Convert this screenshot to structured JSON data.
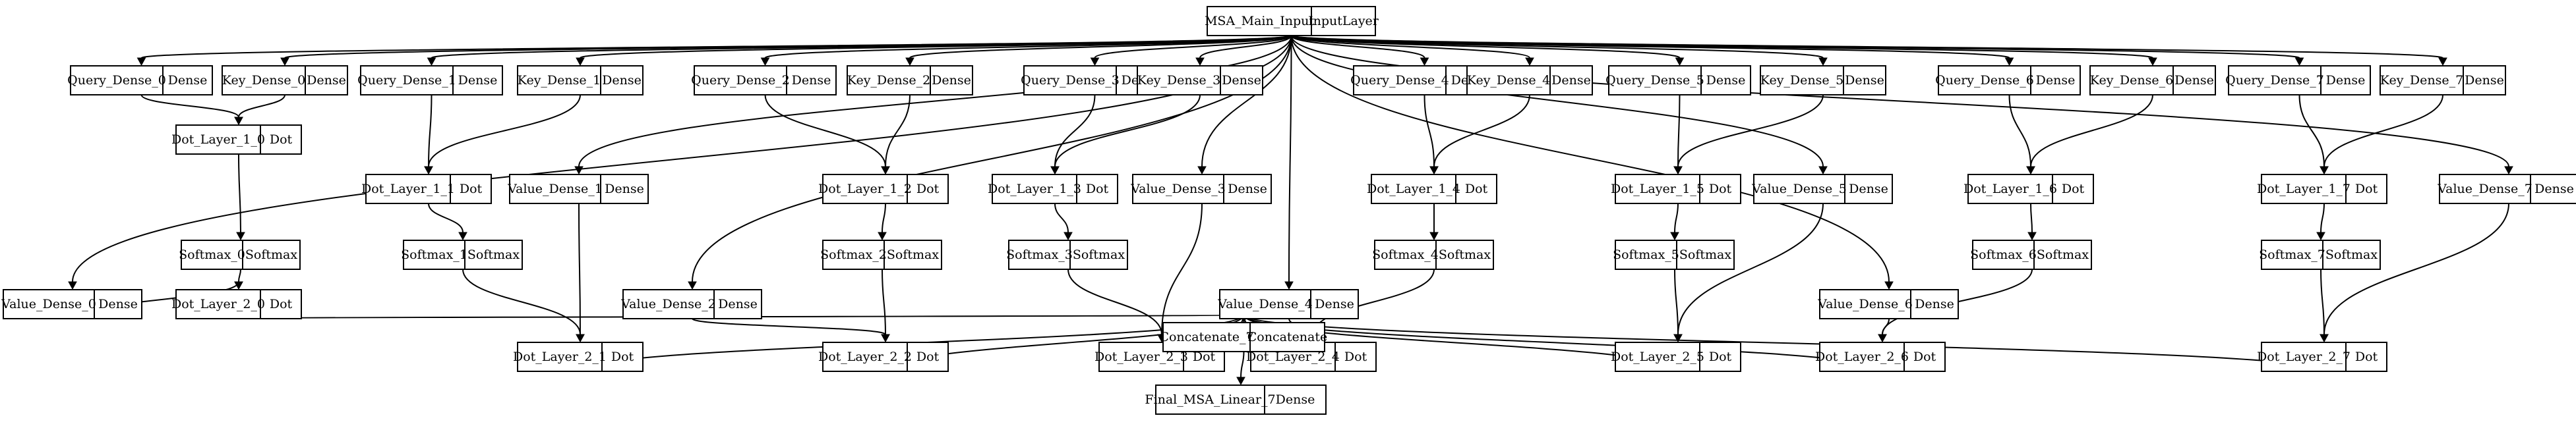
{
  "nodes": [
    {
      "id": "input",
      "name": "MSA_Main_Input",
      "type": "InputLayer"
    },
    {
      "id": "q0",
      "name": "Query_Dense_0",
      "type": "Dense"
    },
    {
      "id": "k0",
      "name": "Key_Dense_0",
      "type": "Dense"
    },
    {
      "id": "q1",
      "name": "Query_Dense_1",
      "type": "Dense"
    },
    {
      "id": "k1",
      "name": "Key_Dense_1",
      "type": "Dense"
    },
    {
      "id": "q2",
      "name": "Query_Dense_2",
      "type": "Dense"
    },
    {
      "id": "k2",
      "name": "Key_Dense_2",
      "type": "Dense"
    },
    {
      "id": "q3",
      "name": "Query_Dense_3",
      "type": "Dense"
    },
    {
      "id": "k3",
      "name": "Key_Dense_3",
      "type": "Dense"
    },
    {
      "id": "q4",
      "name": "Query_Dense_4",
      "type": "Dense"
    },
    {
      "id": "k4",
      "name": "Key_Dense_4",
      "type": "Dense"
    },
    {
      "id": "q5",
      "name": "Query_Dense_5",
      "type": "Dense"
    },
    {
      "id": "k5",
      "name": "Key_Dense_5",
      "type": "Dense"
    },
    {
      "id": "q6",
      "name": "Query_Dense_6",
      "type": "Dense"
    },
    {
      "id": "k6",
      "name": "Key_Dense_6",
      "type": "Dense"
    },
    {
      "id": "q7",
      "name": "Query_Dense_7",
      "type": "Dense"
    },
    {
      "id": "k7",
      "name": "Key_Dense_7",
      "type": "Dense"
    },
    {
      "id": "d10",
      "name": "Dot_Layer_1_0",
      "type": "Dot"
    },
    {
      "id": "d11",
      "name": "Dot_Layer_1_1",
      "type": "Dot"
    },
    {
      "id": "d12",
      "name": "Dot_Layer_1_2",
      "type": "Dot"
    },
    {
      "id": "d13",
      "name": "Dot_Layer_1_3",
      "type": "Dot"
    },
    {
      "id": "d14",
      "name": "Dot_Layer_1_4",
      "type": "Dot"
    },
    {
      "id": "d15",
      "name": "Dot_Layer_1_5",
      "type": "Dot"
    },
    {
      "id": "d16",
      "name": "Dot_Layer_1_6",
      "type": "Dot"
    },
    {
      "id": "d17",
      "name": "Dot_Layer_1_7",
      "type": "Dot"
    },
    {
      "id": "v0",
      "name": "Value_Dense_0",
      "type": "Dense"
    },
    {
      "id": "v1",
      "name": "Value_Dense_1",
      "type": "Dense"
    },
    {
      "id": "v2",
      "name": "Value_Dense_2",
      "type": "Dense"
    },
    {
      "id": "v3",
      "name": "Value_Dense_3",
      "type": "Dense"
    },
    {
      "id": "v4",
      "name": "Value_Dense_4",
      "type": "Dense"
    },
    {
      "id": "v5",
      "name": "Value_Dense_5",
      "type": "Dense"
    },
    {
      "id": "v6",
      "name": "Value_Dense_6",
      "type": "Dense"
    },
    {
      "id": "v7",
      "name": "Value_Dense_7",
      "type": "Dense"
    },
    {
      "id": "s0",
      "name": "Softmax_0",
      "type": "Softmax"
    },
    {
      "id": "s1",
      "name": "Softmax_1",
      "type": "Softmax"
    },
    {
      "id": "s2",
      "name": "Softmax_2",
      "type": "Softmax"
    },
    {
      "id": "s3",
      "name": "Softmax_3",
      "type": "Softmax"
    },
    {
      "id": "s4",
      "name": "Softmax_4",
      "type": "Softmax"
    },
    {
      "id": "s5",
      "name": "Softmax_5",
      "type": "Softmax"
    },
    {
      "id": "s6",
      "name": "Softmax_6",
      "type": "Softmax"
    },
    {
      "id": "s7",
      "name": "Softmax_7",
      "type": "Softmax"
    },
    {
      "id": "d20",
      "name": "Dot_Layer_2_0",
      "type": "Dot"
    },
    {
      "id": "d21",
      "name": "Dot_Layer_2_1",
      "type": "Dot"
    },
    {
      "id": "d22",
      "name": "Dot_Layer_2_2",
      "type": "Dot"
    },
    {
      "id": "d23",
      "name": "Dot_Layer_2_3",
      "type": "Dot"
    },
    {
      "id": "d24",
      "name": "Dot_Layer_2_4",
      "type": "Dot"
    },
    {
      "id": "d25",
      "name": "Dot_Layer_2_5",
      "type": "Dot"
    },
    {
      "id": "d26",
      "name": "Dot_Layer_2_6",
      "type": "Dot"
    },
    {
      "id": "d27",
      "name": "Dot_Layer_2_7",
      "type": "Dot"
    },
    {
      "id": "concat",
      "name": "Concatenate_7",
      "type": "Concatenate"
    },
    {
      "id": "final",
      "name": "Final_MSA_Linear_7",
      "type": "Dense"
    }
  ],
  "edges": [
    [
      "input",
      "q0"
    ],
    [
      "input",
      "k0"
    ],
    [
      "input",
      "q1"
    ],
    [
      "input",
      "k1"
    ],
    [
      "input",
      "q2"
    ],
    [
      "input",
      "k2"
    ],
    [
      "input",
      "q3"
    ],
    [
      "input",
      "k3"
    ],
    [
      "input",
      "q4"
    ],
    [
      "input",
      "k4"
    ],
    [
      "input",
      "q5"
    ],
    [
      "input",
      "k5"
    ],
    [
      "input",
      "q6"
    ],
    [
      "input",
      "k6"
    ],
    [
      "input",
      "q7"
    ],
    [
      "input",
      "k7"
    ],
    [
      "input",
      "v0"
    ],
    [
      "input",
      "v1"
    ],
    [
      "input",
      "v2"
    ],
    [
      "input",
      "v3"
    ],
    [
      "input",
      "v4"
    ],
    [
      "input",
      "v5"
    ],
    [
      "input",
      "v6"
    ],
    [
      "input",
      "v7"
    ],
    [
      "q0",
      "d10"
    ],
    [
      "k0",
      "d10"
    ],
    [
      "q1",
      "d11"
    ],
    [
      "k1",
      "d11"
    ],
    [
      "q2",
      "d12"
    ],
    [
      "k2",
      "d12"
    ],
    [
      "q3",
      "d13"
    ],
    [
      "k3",
      "d13"
    ],
    [
      "q4",
      "d14"
    ],
    [
      "k4",
      "d14"
    ],
    [
      "q5",
      "d15"
    ],
    [
      "k5",
      "d15"
    ],
    [
      "q6",
      "d16"
    ],
    [
      "k6",
      "d16"
    ],
    [
      "q7",
      "d17"
    ],
    [
      "k7",
      "d17"
    ],
    [
      "d10",
      "s0"
    ],
    [
      "d11",
      "s1"
    ],
    [
      "d12",
      "s2"
    ],
    [
      "d13",
      "s3"
    ],
    [
      "d14",
      "s4"
    ],
    [
      "d15",
      "s5"
    ],
    [
      "d16",
      "s6"
    ],
    [
      "d17",
      "s7"
    ],
    [
      "s0",
      "d20"
    ],
    [
      "v0",
      "d20"
    ],
    [
      "s1",
      "d21"
    ],
    [
      "v1",
      "d21"
    ],
    [
      "s2",
      "d22"
    ],
    [
      "v2",
      "d22"
    ],
    [
      "s3",
      "d23"
    ],
    [
      "v3",
      "d23"
    ],
    [
      "s4",
      "d24"
    ],
    [
      "v4",
      "d24"
    ],
    [
      "s5",
      "d25"
    ],
    [
      "v5",
      "d25"
    ],
    [
      "s6",
      "d26"
    ],
    [
      "v6",
      "d26"
    ],
    [
      "s7",
      "d27"
    ],
    [
      "v7",
      "d27"
    ],
    [
      "d20",
      "concat"
    ],
    [
      "d21",
      "concat"
    ],
    [
      "d22",
      "concat"
    ],
    [
      "d23",
      "concat"
    ],
    [
      "d24",
      "concat"
    ],
    [
      "d25",
      "concat"
    ],
    [
      "d26",
      "concat"
    ],
    [
      "d27",
      "concat"
    ],
    [
      "concat",
      "final"
    ]
  ]
}
